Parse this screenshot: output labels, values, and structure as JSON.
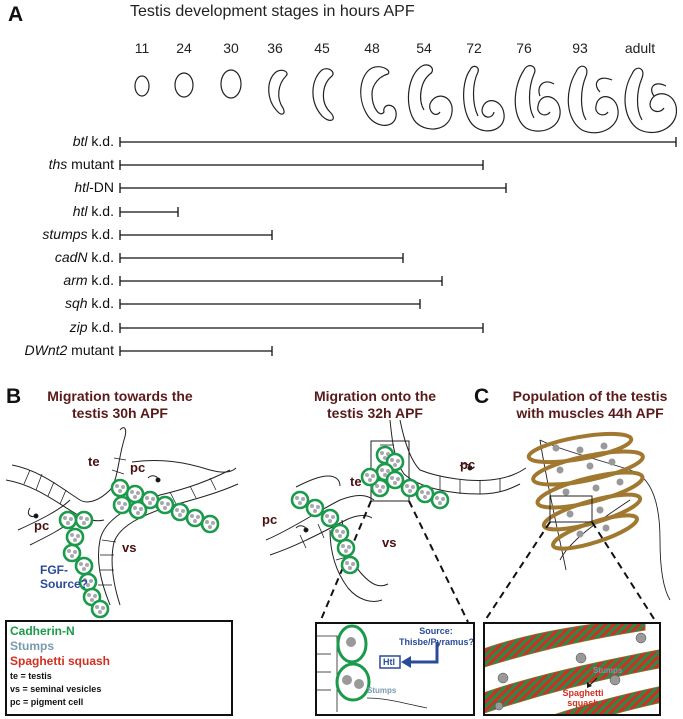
{
  "panel_a": {
    "letter": "A",
    "title": "Testis development stages in hours APF",
    "stages": [
      "11",
      "24",
      "30",
      "36",
      "45",
      "48",
      "54",
      "72",
      "76",
      "93",
      "adult"
    ],
    "rows": [
      {
        "gene": "btl",
        "suffix": " k.d.",
        "end_stage": "adult"
      },
      {
        "gene": "ths",
        "suffix": " mutant",
        "end_stage": "72"
      },
      {
        "gene": "htl",
        "suffix": "-DN",
        "end_stage": "72"
      },
      {
        "gene": "htl",
        "suffix": " k.d.",
        "end_stage": "24"
      },
      {
        "gene": "stumps",
        "suffix": " k.d.",
        "end_stage": "36"
      },
      {
        "gene": "cadN",
        "suffix": " k.d.",
        "end_stage": "54"
      },
      {
        "gene": "arm",
        "suffix": " k.d.",
        "end_stage": "54"
      },
      {
        "gene": "sqh",
        "suffix": " k.d.",
        "end_stage": "54"
      },
      {
        "gene": "zip",
        "suffix": " k.d.",
        "end_stage": "72"
      },
      {
        "gene": "DWnt2",
        "suffix": " mutant",
        "end_stage": "36"
      }
    ]
  },
  "panel_b": {
    "letter": "B",
    "title_left_1": "Migration towards the",
    "title_left_2": "testis 30h APF",
    "title_mid_1": "Migration onto the",
    "title_mid_2": "testis 32h APF",
    "labels": {
      "te": "te",
      "pc": "pc",
      "vs": "vs"
    },
    "fgf_1": "FGF-",
    "fgf_2": "Source?",
    "legend": {
      "cadherin": "Cadherin-N",
      "stumps": "Stumps",
      "spaghetti": "Spaghetti squash",
      "te": "te = testis",
      "vs": "vs = seminal vesicles",
      "pc": "pc = pigment cell"
    },
    "inset": {
      "source_1": "Source:",
      "source_2": "Thisbe/Pyramus?",
      "htl": "Htl",
      "stumps": "Stumps"
    },
    "colors": {
      "cadherin": "#1a9a4a",
      "stumps": "#7a9ab0",
      "spaghetti": "#d03020",
      "blue": "#2a4a9a",
      "title": "#5a1a1a"
    }
  },
  "panel_c": {
    "letter": "C",
    "title_1": "Population of the testis",
    "title_2": "with muscles 44h APF",
    "inset": {
      "stumps": "Stumps",
      "spaghetti_1": "Spaghetti",
      "spaghetti_2": "squash"
    },
    "colors": {
      "muscle": "#a07830",
      "stripe": "#d03020",
      "stripe_bg": "#2a8a4a"
    }
  }
}
